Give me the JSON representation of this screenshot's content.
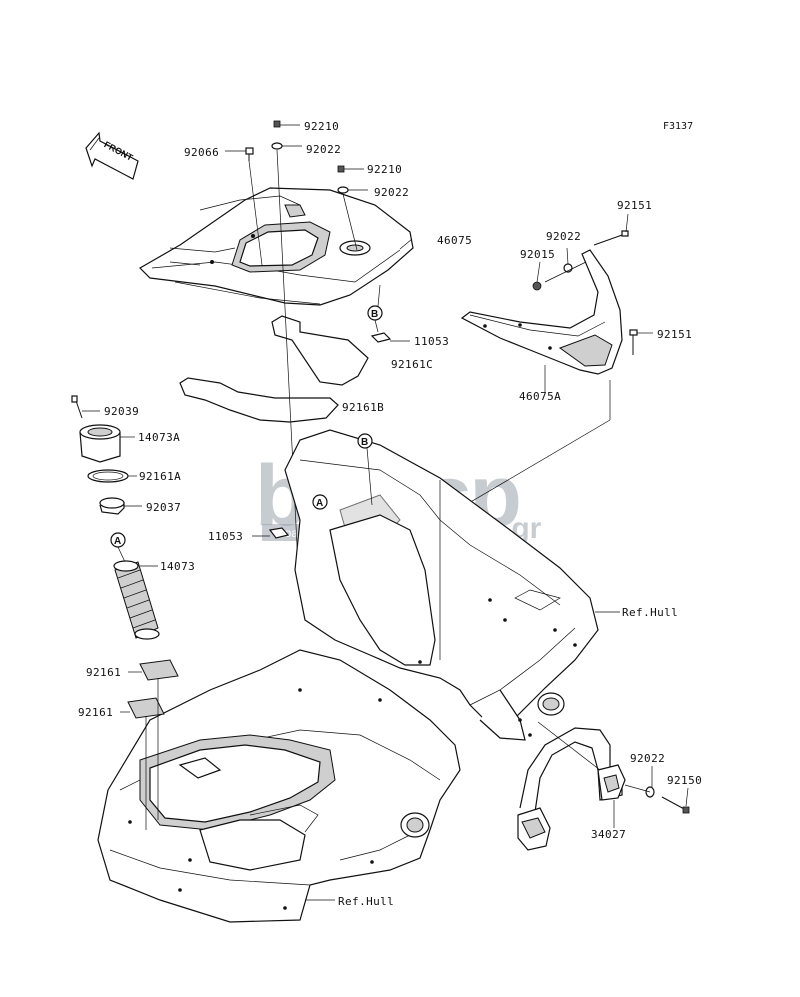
{
  "figure_code": "F3137",
  "front_label": "FRONT",
  "callout_letters": [
    "A",
    "B"
  ],
  "watermark": {
    "brand": "boatsp",
    "domain_suffix": ".gr",
    "tagline": "boat spare parts"
  },
  "parts": [
    {
      "id": "p1",
      "number": "92210"
    },
    {
      "id": "p2",
      "number": "92066"
    },
    {
      "id": "p3",
      "number": "92022"
    },
    {
      "id": "p4",
      "number": "92210"
    },
    {
      "id": "p5",
      "number": "92022"
    },
    {
      "id": "p6",
      "number": "46075"
    },
    {
      "id": "p7",
      "number": "92151"
    },
    {
      "id": "p8",
      "number": "92022"
    },
    {
      "id": "p9",
      "number": "92015"
    },
    {
      "id": "p10",
      "number": "11053"
    },
    {
      "id": "p11",
      "number": "92161C"
    },
    {
      "id": "p12",
      "number": "92151"
    },
    {
      "id": "p13",
      "number": "46075A"
    },
    {
      "id": "p14",
      "number": "92039"
    },
    {
      "id": "p15",
      "number": "92161B"
    },
    {
      "id": "p16",
      "number": "14073A"
    },
    {
      "id": "p17",
      "number": "92161A"
    },
    {
      "id": "p18",
      "number": "92037"
    },
    {
      "id": "p19",
      "number": "11053"
    },
    {
      "id": "p20",
      "number": "14073"
    },
    {
      "id": "p21",
      "number": "Ref.Hull"
    },
    {
      "id": "p22",
      "number": "92161"
    },
    {
      "id": "p23",
      "number": "92161"
    },
    {
      "id": "p24",
      "number": "92022"
    },
    {
      "id": "p25",
      "number": "92150"
    },
    {
      "id": "p26",
      "number": "34027"
    },
    {
      "id": "p27",
      "number": "Ref.Hull"
    }
  ]
}
